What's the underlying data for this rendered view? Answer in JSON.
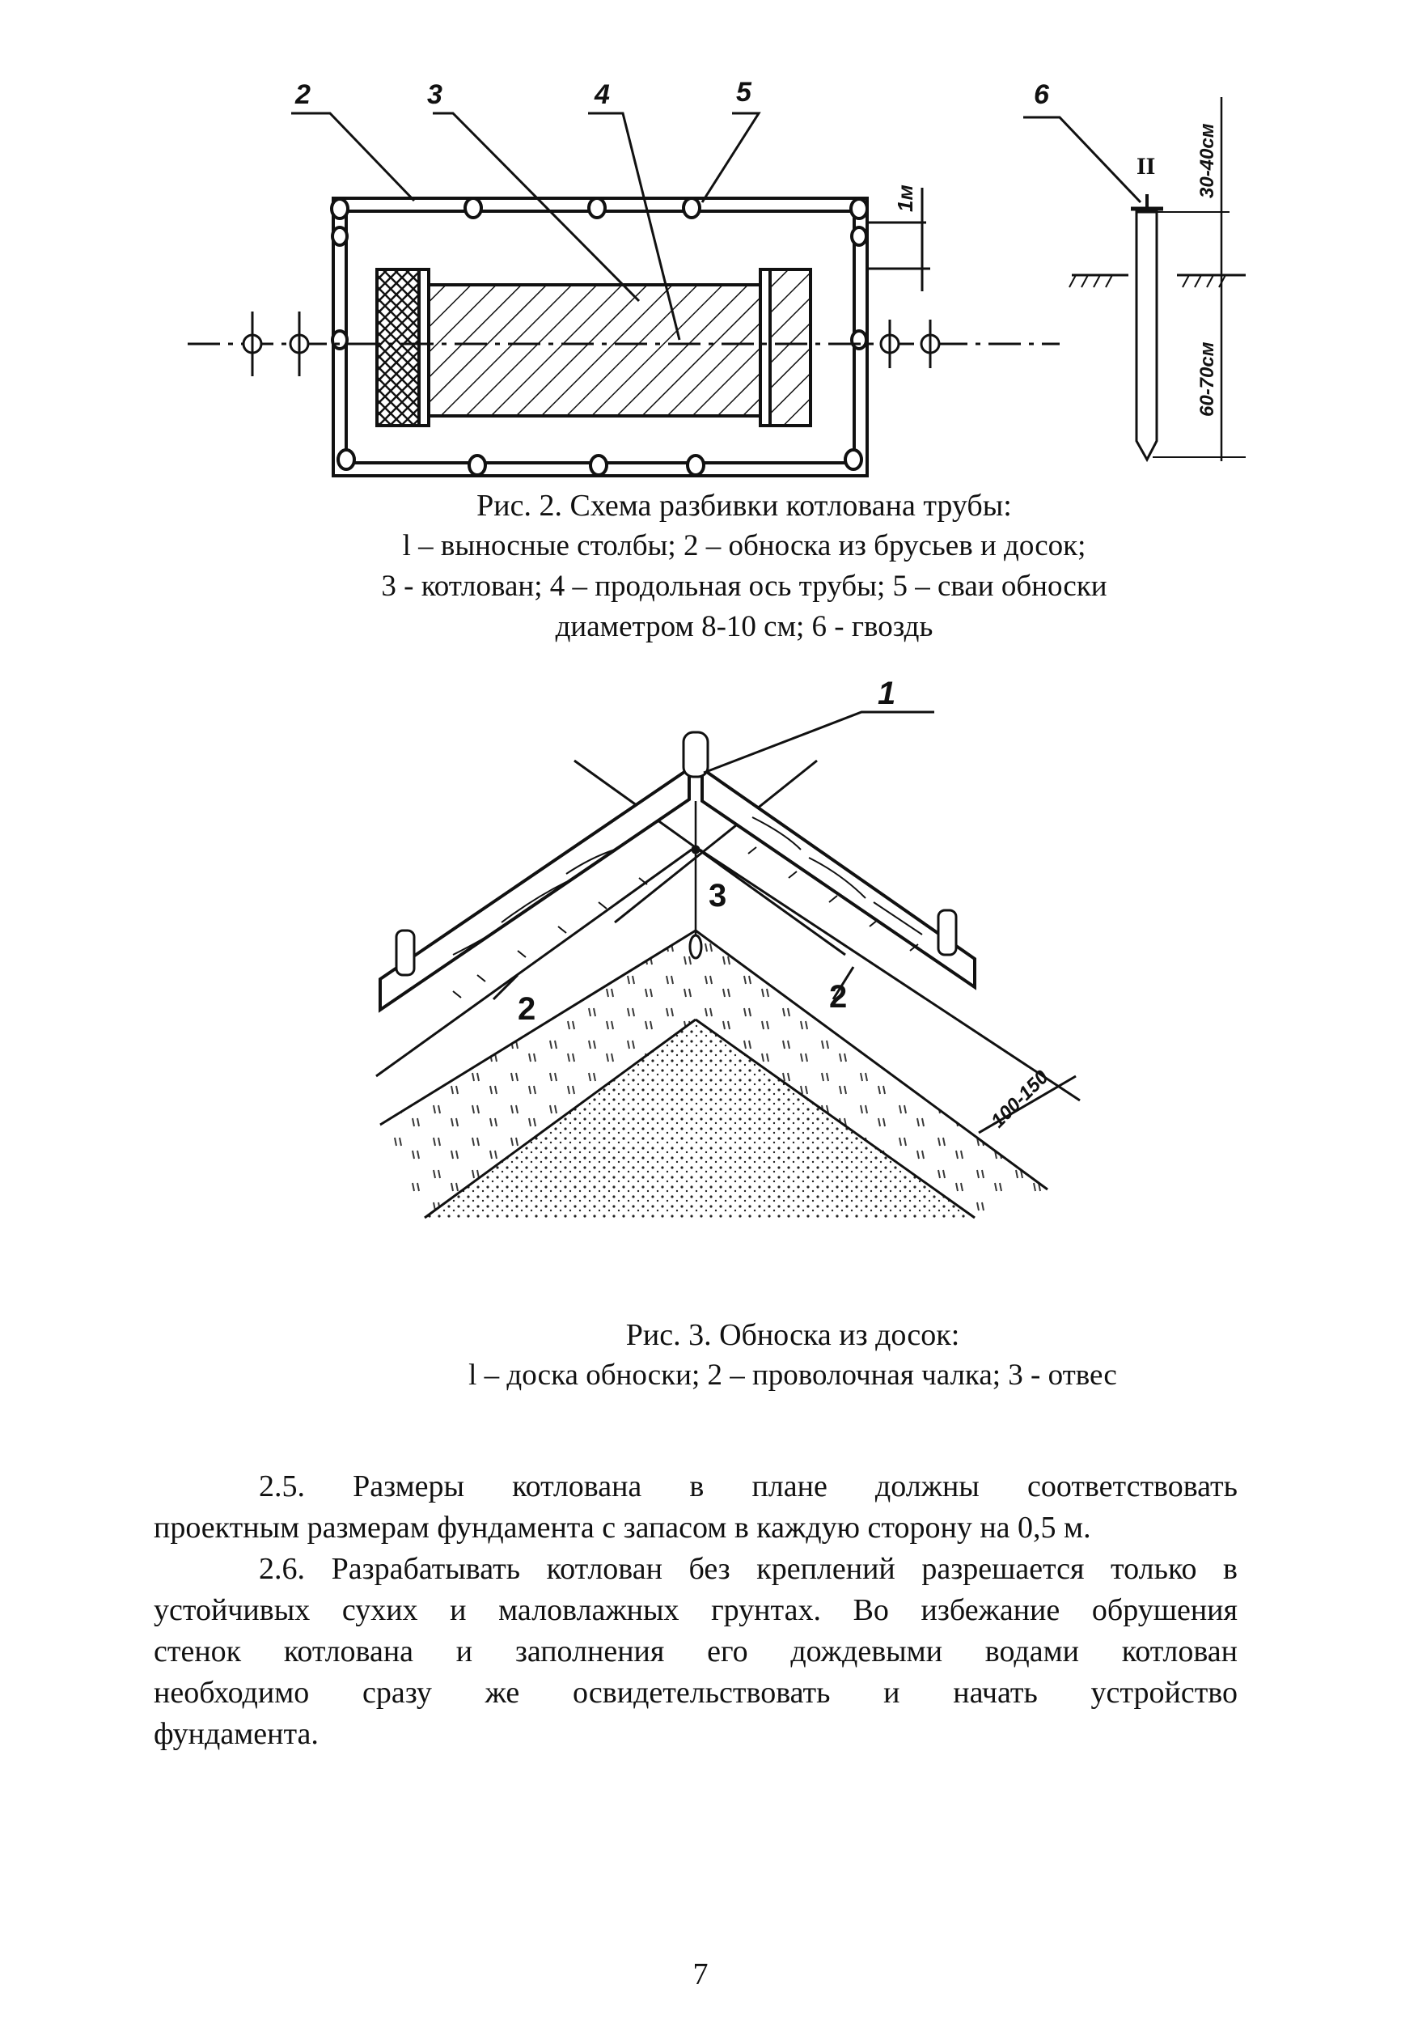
{
  "figure2": {
    "callouts": [
      "2",
      "3",
      "4",
      "5",
      "6"
    ],
    "roman_label": "II",
    "dim_top": "1м",
    "dim_side_upper": "30-40см",
    "dim_side_lower": "60-70см",
    "caption": [
      "Рис. 2. Схема разбивки котлована трубы:",
      "l – выносные столбы; 2 – обноска из брусьев и досок;",
      "3 - котлован;  4 – продольная  ось трубы;  5 – сваи обноски",
      "диаметром  8-10 см;  6 - гвоздь"
    ]
  },
  "figure3": {
    "callout_1": "1",
    "label_2_left": "2",
    "label_2_right": "2",
    "label_3": "3",
    "dim": "100-150",
    "caption": [
      "Рис. 3. Обноска из досок:",
      "l – доска обноски; 2 – проволочная чалка; 3 - отвес"
    ]
  },
  "paragraphs": [
    {
      "lines": [
        "2.5.   Размеры   котлована   в   плане   должны   соответствовать",
        "проектным размерам фундамента с запасом в каждую сторону на 0,5 м."
      ]
    },
    {
      "lines": [
        "2.6. Разрабатывать котлован без креплений разрешается только в",
        "устойчивых сухих и маловлажных грунтах. Во избежание обрушения",
        "стенок   котлована   и   заполнения   его   дождевыми   водами   котлован",
        "необходимо    сразу    же    освидетельствовать    и    начать    устройство",
        "фундамента."
      ]
    }
  ],
  "page_number": "7"
}
